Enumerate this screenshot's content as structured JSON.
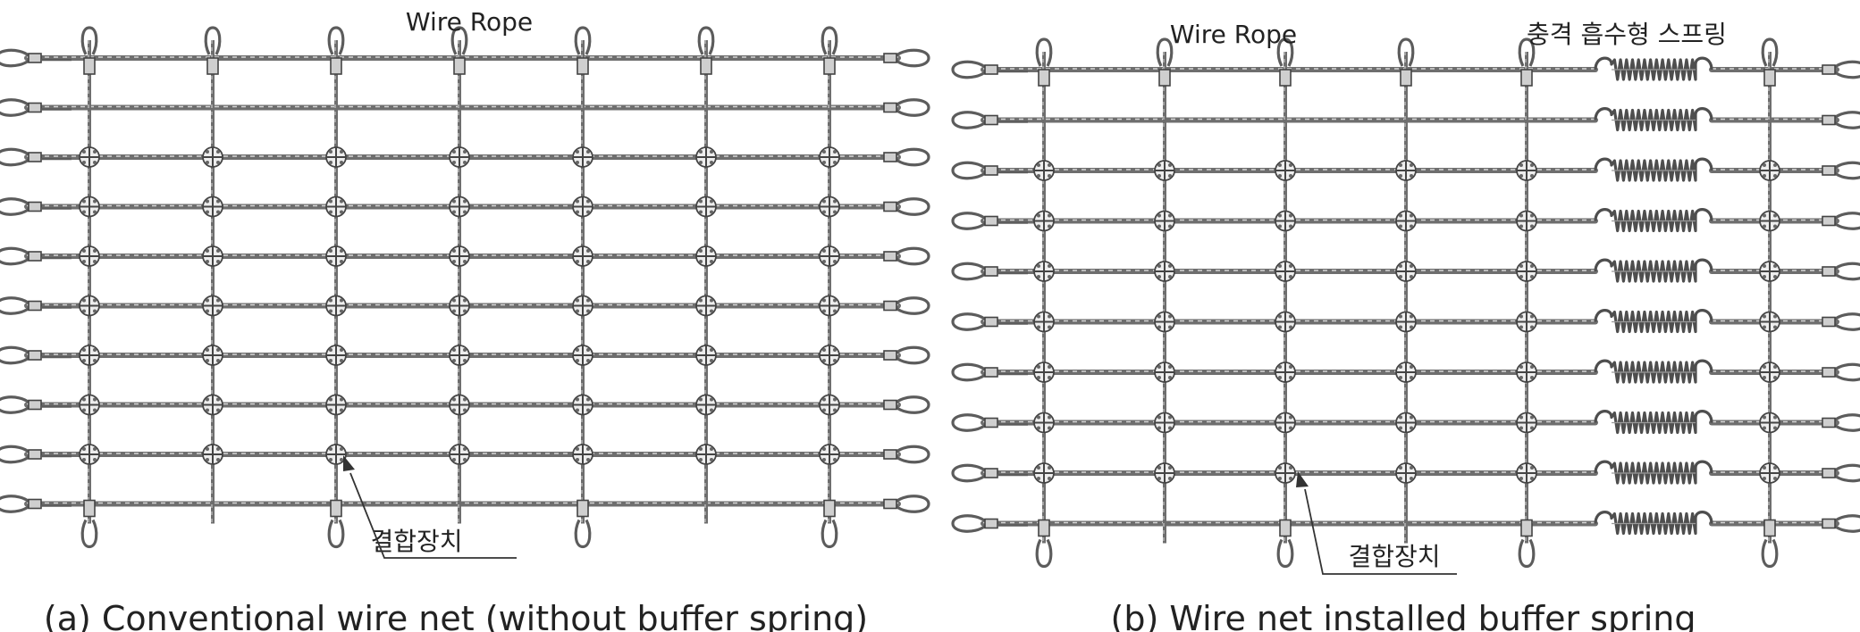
{
  "panels": [
    {
      "id": "a",
      "caption": "(a) Conventional wire net (without buffer spring)",
      "top_label": "Wire Rope",
      "connector_label": "결합장치",
      "rope_rows": 10,
      "vertical_columns": 7,
      "spring_column": false
    },
    {
      "id": "b",
      "caption": "(b) Wire net installed buffer spring",
      "top_label": "Wire Rope",
      "spring_label": "충격 흡수형 스프링",
      "connector_label": "결합장치",
      "rope_rows": 10,
      "vertical_columns": 6,
      "spring_column": true
    }
  ],
  "colors": {
    "rope": "#6e6e6e",
    "ink": "#222222",
    "disc": "#ededed"
  },
  "icons": [
    "thimble-loop-icon",
    "rope-clamp-icon",
    "connector-disc-icon",
    "buffer-spring-icon",
    "leader-arrow-icon"
  ]
}
